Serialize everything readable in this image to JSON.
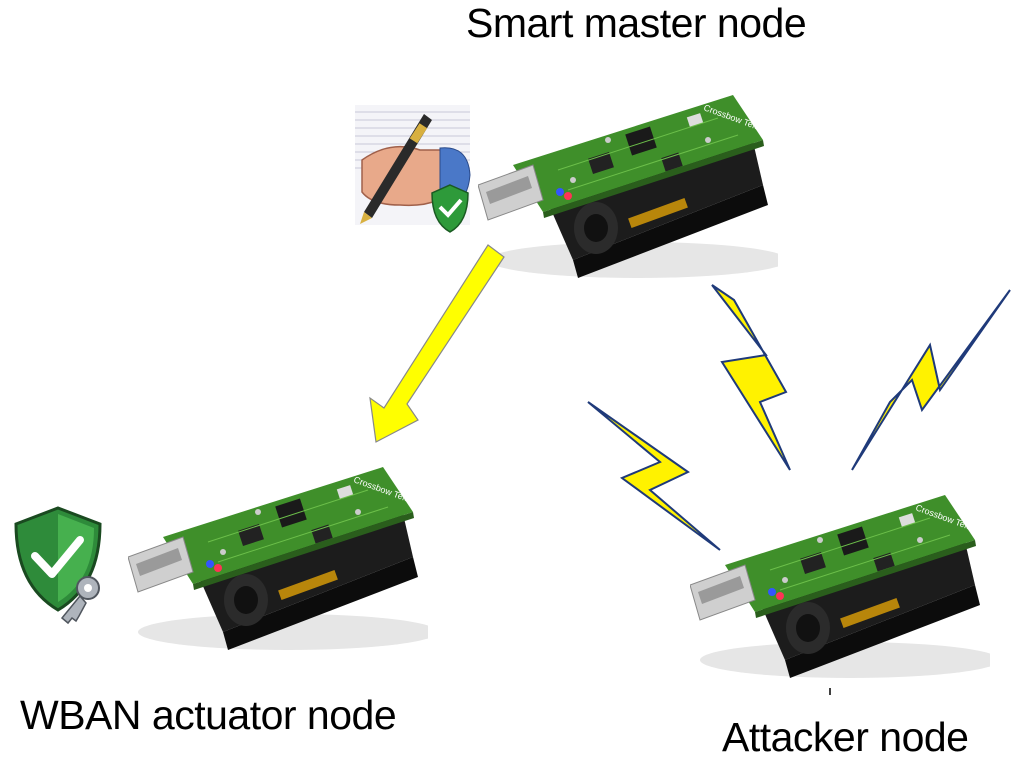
{
  "nodes": {
    "master": {
      "label": "Smart master node"
    },
    "actuator": {
      "label": "WBAN actuator node"
    },
    "attacker": {
      "label": "Attacker node"
    }
  },
  "board_text": "Crossbow Telos",
  "icons": {
    "signing": "signature-pen-shield-icon",
    "security": "shield-key-icon",
    "attack": "lightning-bolt-icon",
    "arrow": "command-arrow-icon"
  },
  "colors": {
    "bolt_fill": "#fff200",
    "bolt_stroke": "#1f3a7a",
    "pcb": "#3f8f2a",
    "battery": "#1e1e1e",
    "usb": "#c9c9c9",
    "shield": "#2e8b3a"
  }
}
